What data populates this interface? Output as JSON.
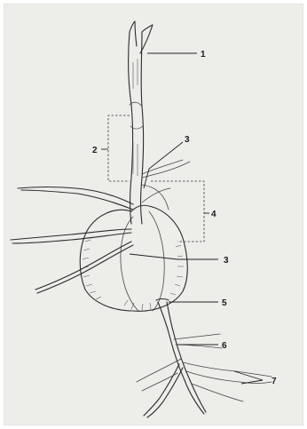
{
  "figure": {
    "callouts": [
      {
        "id": "c1",
        "text": "1"
      },
      {
        "id": "c2",
        "text": "2"
      },
      {
        "id": "c3a",
        "text": "3"
      },
      {
        "id": "c4",
        "text": "4"
      },
      {
        "id": "c3b",
        "text": "3"
      },
      {
        "id": "c5",
        "text": "5"
      },
      {
        "id": "c6",
        "text": "6"
      },
      {
        "id": "c7",
        "text": "7"
      }
    ]
  }
}
